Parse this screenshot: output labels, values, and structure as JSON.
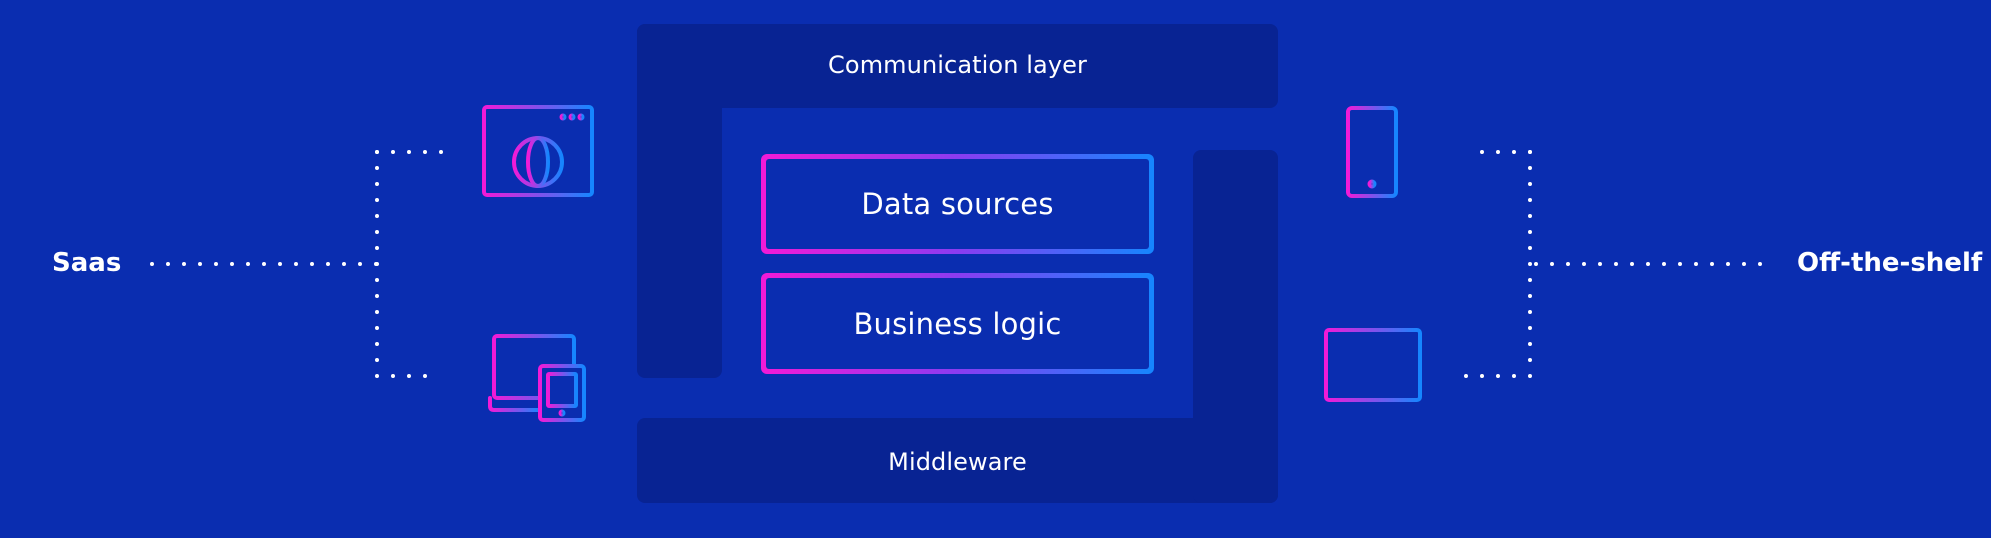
{
  "diagram": {
    "left_label": "Saas",
    "right_label": "Off-the-shelf",
    "communication_layer": "Communication layer",
    "data_sources": "Data sources",
    "business_logic": "Business logic",
    "middleware": "Middleware"
  },
  "icons": {
    "left_top": "browser-globe-icon",
    "left_bottom": "laptop-tablet-icon",
    "right_top": "smartphone-icon",
    "right_bottom": "desktop-monitor-icon"
  },
  "colors": {
    "background": "#0a2db0",
    "panel": "#082393",
    "gradient_start": "#f21ad7",
    "gradient_end": "#1586ff",
    "text": "#ffffff",
    "dots": "#ffffff"
  }
}
